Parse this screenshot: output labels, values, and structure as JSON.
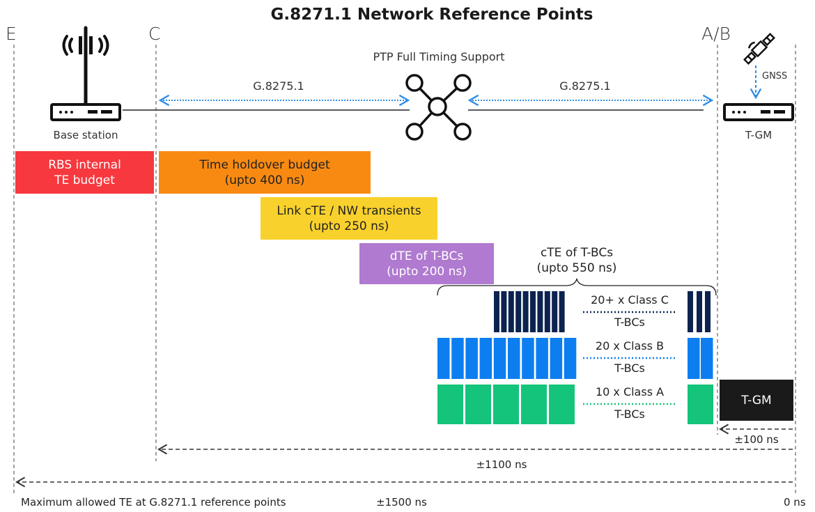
{
  "title": "G.8271.1 Network Reference Points",
  "ref_points": {
    "e": "E",
    "c": "C",
    "ab": "A/B"
  },
  "ptp_label": "PTP Full Timing Support",
  "link_left": "G.8275.1",
  "link_right": "G.8275.1",
  "gnss": "GNSS",
  "base_station": "Base station",
  "tgm_label": "T-GM",
  "budgets": {
    "rbs": "RBS internal\nTE budget",
    "holdover": "Time holdover budget\n(upto 400 ns)",
    "link": "Link cTE / NW transients\n(upto 250 ns)",
    "dte": "dTE of T-BCs\n(upto 200 ns)",
    "cte": "cTE of T-BCs\n(upto 550 ns)"
  },
  "classes": {
    "c": {
      "top": "20+ x Class C",
      "bottom": "T-BCs"
    },
    "b": {
      "top": "20 x Class B",
      "bottom": "T-BCs"
    },
    "a": {
      "top": "10 x Class A",
      "bottom": "T-BCs"
    }
  },
  "tgm_box": "T-GM",
  "measures": {
    "m100": "±100 ns",
    "m1100": "±1100 ns"
  },
  "footer": {
    "caption": "Maximum allowed TE at G.8271.1 reference points",
    "m1500": "±1500 ns",
    "zero": "0 ns"
  },
  "colors": {
    "rbs": "#f7383e",
    "holdover": "#f88a12",
    "link": "#f9d12c",
    "dte": "#b07ad0",
    "class_c": "#0c2350",
    "class_b": "#0c7ef0",
    "class_a": "#13c47a",
    "tgm": "#1a1a1a",
    "arrow": "#2d8ee6"
  }
}
